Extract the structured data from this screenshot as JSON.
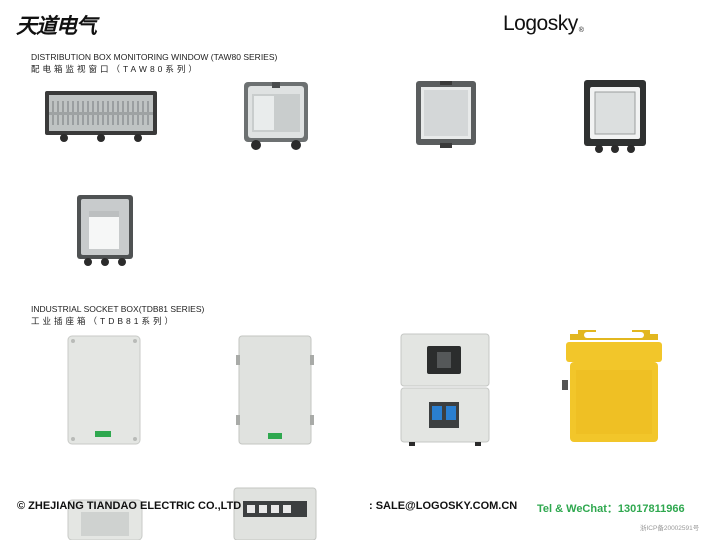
{
  "header": {
    "brand_cn": "天道电气",
    "brand_en": "Logosky",
    "brand_mark": "®"
  },
  "sections": [
    {
      "title_en": "DISTRIBUTION BOX MONITORING WINDOW (TAW80 SERIES)",
      "title_cn": "配电箱监视窗口（TAW80系列）"
    },
    {
      "title_en": "INDUSTRIAL SOCKET BOX(TDB81 SERIES)",
      "title_cn": "工业插座箱（TDB81系列）"
    }
  ],
  "footer": {
    "copyright": "© ZHEJIANG TIANDAO ELECTRIC CO.,LTD",
    "email": ": SALE@LOGOSKY.COM.CN",
    "tel": "Tel & WeChat：13017811966",
    "icp": "浙ICP备20002591号"
  },
  "colors": {
    "window_frame": "#3a3a3a",
    "socket_box": "#e4e6e3",
    "yellow_box": "#f2c62a",
    "accent_green": "#2fa84f"
  }
}
